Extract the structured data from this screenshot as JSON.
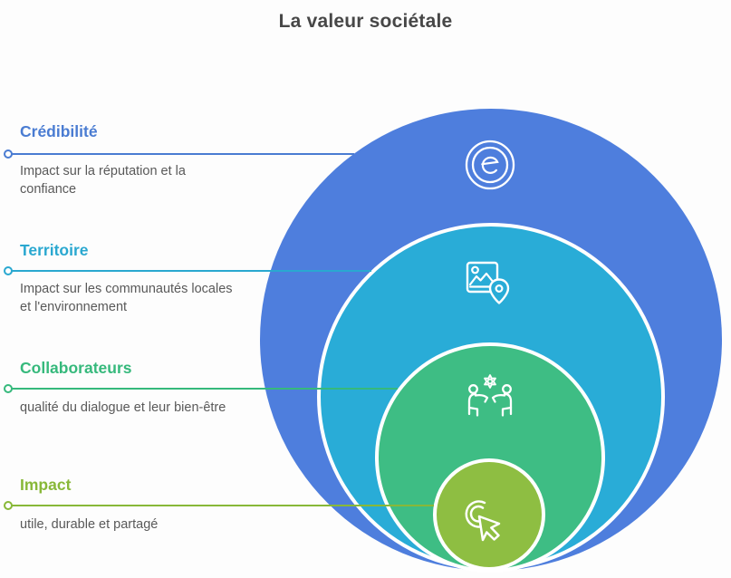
{
  "title": "La valeur sociétale",
  "colors": {
    "circle_blue": "#4e7edd",
    "circle_cyan": "#29acd7",
    "circle_green": "#3ebd84",
    "circle_olive": "#8ebe42",
    "label_blue": "#4a7cd2",
    "label_cyan": "#2aa8d0",
    "label_green": "#36b97c",
    "label_olive": "#88b838",
    "title_text": "#474747",
    "description_text": "#595959",
    "icon_stroke": "#ffffff"
  },
  "rings": [
    {
      "label": "Crédibilité",
      "description": "Impact sur la réputation et la\nconfiance",
      "color": "#4a7cd2",
      "icon": "e-reputation-icon"
    },
    {
      "label": "Territoire",
      "description": "Impact sur les communautés locales\net l'environnement",
      "color": "#2aa8d0",
      "icon": "landscape-pin-icon"
    },
    {
      "label": "Collaborateurs",
      "description": "qualité du dialogue et leur bien-être",
      "color": "#36b97c",
      "icon": "people-gear-icon"
    },
    {
      "label": "Impact",
      "description": "utile, durable et partagé",
      "color": "#88b838",
      "icon": "cursor-click-icon"
    }
  ]
}
